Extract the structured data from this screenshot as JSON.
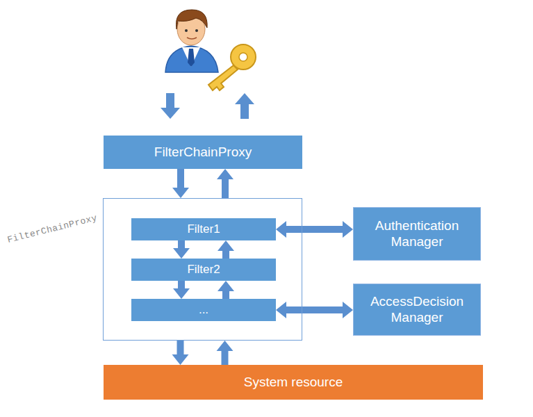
{
  "diagram": {
    "nodes": [
      {
        "text": [
          "FilterChainProxy"
        ]
      },
      {
        "text": [
          "FilterChainProxy"
        ]
      },
      {
        "text": [
          "Filter1"
        ],
        "in": 1
      },
      {
        "text": [
          "Filter2"
        ],
        "in": 1
      },
      {
        "text": [
          "..."
        ],
        "in": 1
      },
      {
        "text": [
          "Authentication Manager"
        ]
      },
      {
        "text": [
          "AccessDecision Manager"
        ]
      },
      {
        "text": [
          "System resource"
        ]
      }
    ],
    "edges": [
      {
        "from": 0,
        "to": 1,
        "arrow": "to"
      },
      {
        "from": 1,
        "to": 0,
        "arrow": "to"
      },
      {
        "from": 2,
        "to": 3,
        "arrow": "to"
      },
      {
        "from": 3,
        "to": 2,
        "arrow": "to"
      },
      {
        "from": 3,
        "to": 4,
        "arrow": "to"
      },
      {
        "from": 4,
        "to": 3,
        "arrow": "to"
      },
      {
        "from": 2,
        "to": 5,
        "arrow": "both"
      },
      {
        "from": 4,
        "to": 6,
        "arrow": "both"
      },
      {
        "from": 1,
        "to": 7,
        "arrow": "to"
      },
      {
        "from": 7,
        "to": 1,
        "arrow": "to"
      }
    ]
  }
}
